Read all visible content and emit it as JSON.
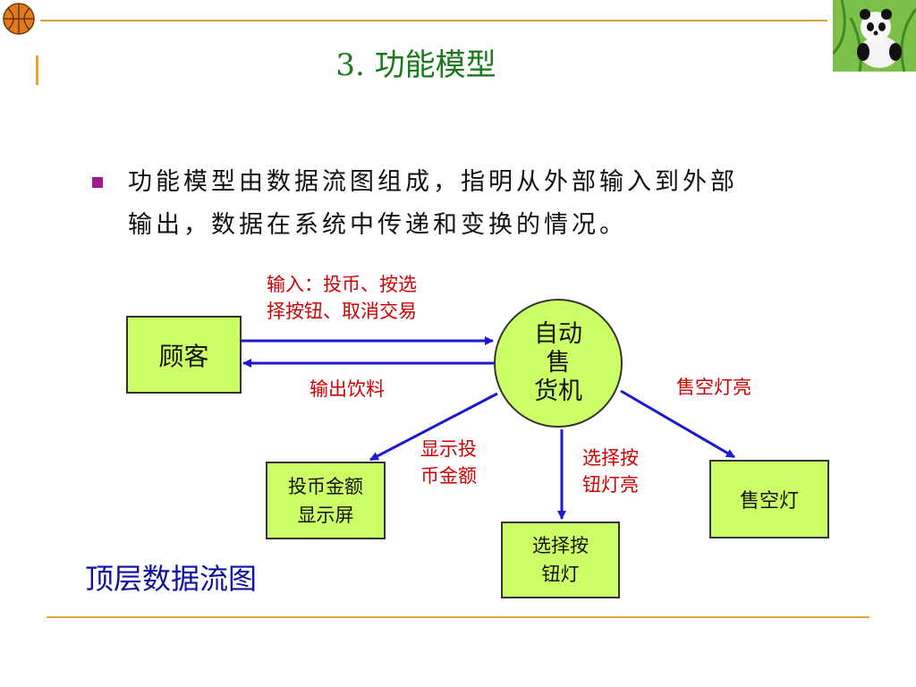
{
  "slide": {
    "title": "3. 功能模型",
    "bullet_line1": "功能模型由数据流图组成，指明从外部输入到外部",
    "bullet_line2": "输出，数据在系统中传递和变换的情况。",
    "caption": "顶层数据流图"
  },
  "diagram": {
    "customer": "顾客",
    "machine_line1": "自动",
    "machine_line2": "售",
    "machine_line3": "货机",
    "coin_display_line1": "投币金额",
    "coin_display_line2": "显示屏",
    "select_light_line1": "选择按",
    "select_light_line2": "钮灯",
    "soldout_light": "售空灯",
    "input_label_line1": "输入：投币、按选",
    "input_label_line2": "择按钮、取消交易",
    "output_label": "输出饮料",
    "coin_label_line1": "显示投",
    "coin_label_line2": "币金额",
    "select_label_line1": "选择按",
    "select_label_line2": "钮灯亮",
    "soldout_label": "售空灯亮"
  },
  "colors": {
    "box_fill": "#ccff66",
    "arrow": "#1a1ad0",
    "label_red": "#d00000",
    "title_green": "#1a7a1a",
    "accent_orange": "#e0a63b"
  }
}
